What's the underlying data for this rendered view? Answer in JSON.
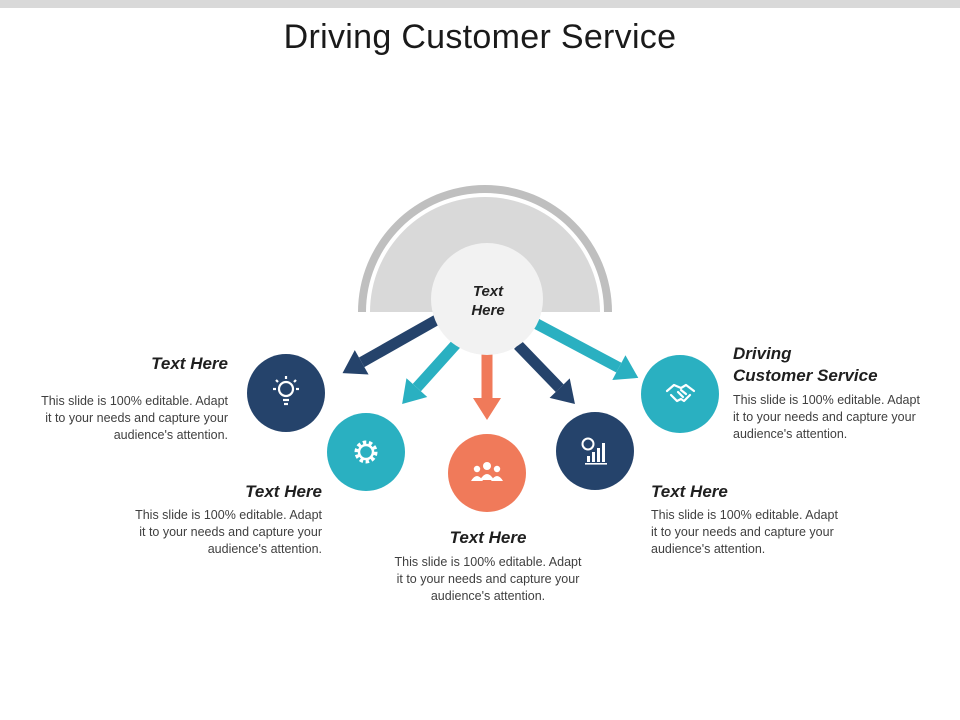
{
  "title": "Driving Customer Service",
  "hub": {
    "line1": "Text",
    "line2": "Here"
  },
  "items": [
    {
      "label": "Text Here",
      "desc": [
        "This slide is 100% editable. Adapt",
        "it to your needs and capture your",
        "audience's attention."
      ],
      "color": "#25436b",
      "icon": "lightbulb-icon"
    },
    {
      "label": "Text Here",
      "desc": [
        "This slide is 100% editable. Adapt",
        "it to your needs and capture your",
        "audience's attention."
      ],
      "color": "#2ab0c1",
      "icon": "gear-icon"
    },
    {
      "label": "Text Here",
      "desc": [
        "This slide is 100% editable. Adapt",
        "it to your needs and capture your",
        "audience's attention."
      ],
      "color": "#f07a5a",
      "icon": "team-icon"
    },
    {
      "label": "Text Here",
      "desc": [
        "This slide is 100% editable. Adapt",
        "it to your needs and capture your",
        "audience's attention."
      ],
      "color": "#25436b",
      "icon": "money-chart-icon"
    },
    {
      "label": [
        "Driving",
        "Customer Service"
      ],
      "desc": [
        "This slide is 100% editable. Adapt",
        "it to your needs and capture your",
        "audience's attention."
      ],
      "color": "#2ab0c1",
      "icon": "handshake-icon"
    }
  ],
  "colors": {
    "arc": "#bfbfbf",
    "semicircle": "#d9d9d9",
    "hub": "#f2f2f2"
  }
}
